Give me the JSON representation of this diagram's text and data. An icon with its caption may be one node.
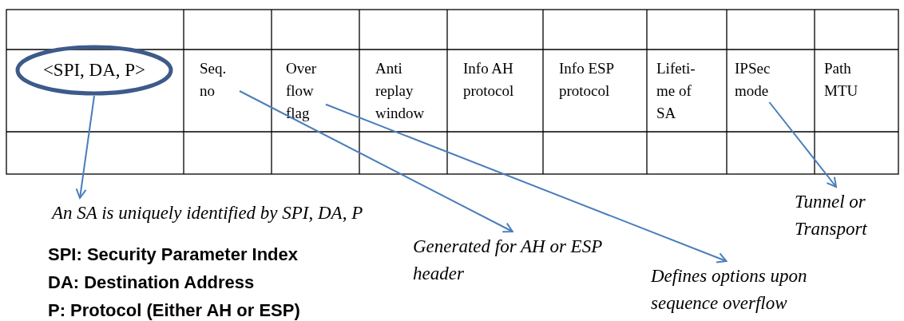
{
  "diagram": {
    "nodes": [
      {
        "text": [
          "<SPI, DA, P>"
        ]
      },
      {
        "text": [
          "Seq. no"
        ]
      },
      {
        "text": [
          "Over flow flag"
        ]
      },
      {
        "text": [
          "Anti replay window"
        ]
      },
      {
        "text": [
          "Info AH protocol"
        ]
      },
      {
        "text": [
          "Info ESP protocol"
        ]
      },
      {
        "text": [
          "Lifeti- me of SA"
        ]
      },
      {
        "text": [
          "IPSec mode"
        ]
      },
      {
        "text": [
          "Path MTU"
        ]
      },
      {
        "text": [
          "An SA is uniquely identified by SPI, DA, P"
        ]
      },
      {
        "text": [
          "Generated for AH or ESP header"
        ]
      },
      {
        "text": [
          "Defines options upon sequence overflow"
        ]
      },
      {
        "text": [
          "Tunnel or Transport"
        ]
      }
    ],
    "edges": [
      {
        "from": 0,
        "to": 9,
        "arrow": "to"
      },
      {
        "from": 1,
        "to": 10,
        "arrow": "to"
      },
      {
        "from": 2,
        "to": 11,
        "arrow": "to"
      },
      {
        "from": 7,
        "to": 12,
        "arrow": "to"
      }
    ],
    "labels": [
      "SPI: Security Parameter Index",
      "DA: Destination Address",
      "P: Protocol (Either AH or ESP)"
    ]
  }
}
